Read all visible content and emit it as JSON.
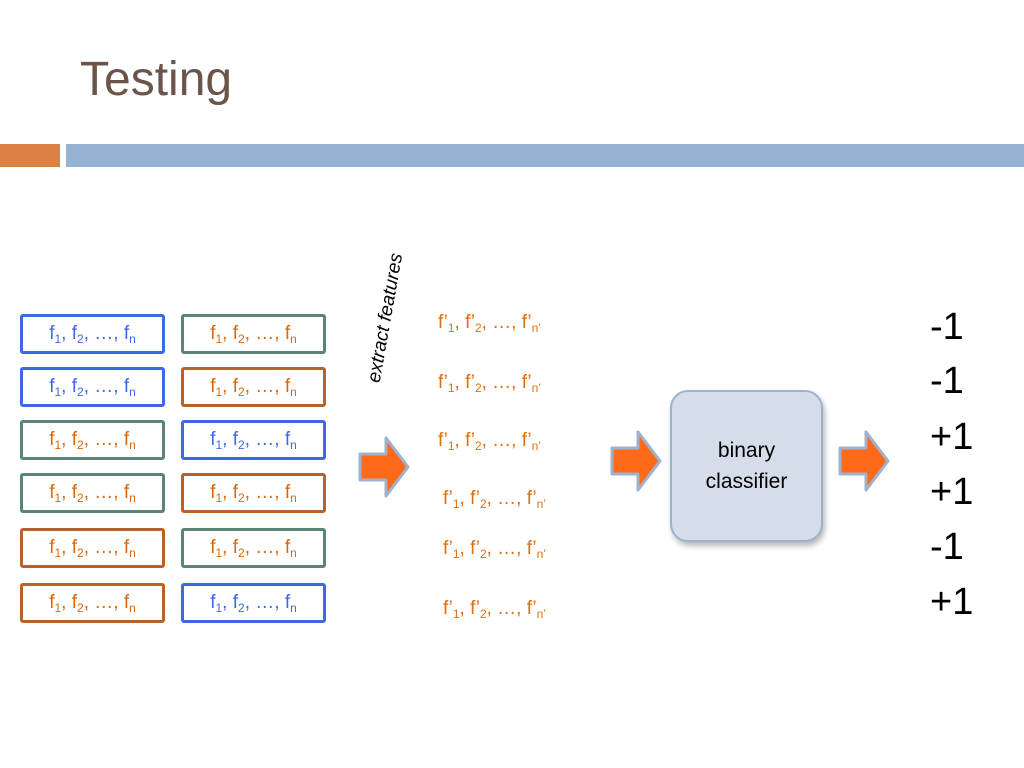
{
  "title": "Testing",
  "rotated_label": "extract features",
  "feature_box_text": {
    "f": "f",
    "s1": "1",
    "s2": "2",
    "sn": "n",
    "sep": ", ",
    "dots": "…"
  },
  "left_boxes": [
    {
      "row": 1,
      "col": 1,
      "color": "blue"
    },
    {
      "row": 1,
      "col": 2,
      "color": "green"
    },
    {
      "row": 2,
      "col": 1,
      "color": "blue"
    },
    {
      "row": 2,
      "col": 2,
      "color": "brown"
    },
    {
      "row": 3,
      "col": 1,
      "color": "green"
    },
    {
      "row": 3,
      "col": 2,
      "color": "blue"
    },
    {
      "row": 4,
      "col": 1,
      "color": "green"
    },
    {
      "row": 4,
      "col": 2,
      "color": "brown"
    },
    {
      "row": 5,
      "col": 1,
      "color": "brown"
    },
    {
      "row": 5,
      "col": 2,
      "color": "green"
    },
    {
      "row": 6,
      "col": 1,
      "color": "brown"
    },
    {
      "row": 6,
      "col": 2,
      "color": "blue"
    }
  ],
  "feature_vectors_text": {
    "f": "f’",
    "s1": "1",
    "s2": "2",
    "sn": "n’",
    "dots": "…"
  },
  "classifier": {
    "line1": "binary",
    "line2": "classifier"
  },
  "outputs": [
    "-1",
    "-1",
    "+1",
    "+1",
    "-1",
    "+1"
  ],
  "colors": {
    "title": "#6b554b",
    "accent_bar": "#dd8046",
    "main_bar": "#95b3d0",
    "arrow": "#ff6a1a",
    "feature_text": "#e06f10"
  }
}
